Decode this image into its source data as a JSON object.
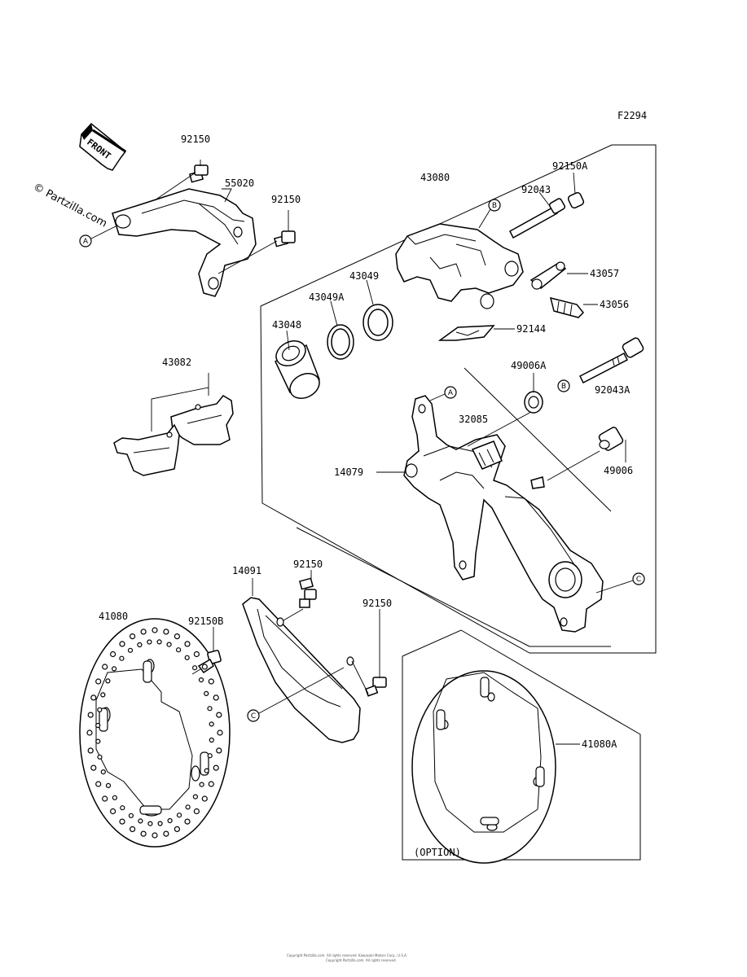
{
  "figure_code": "F2294",
  "watermark": "© Partzilla.com",
  "front_arrow_label": "FRONT",
  "option_label": "(OPTION)",
  "footer_line1": "Copyright Partzilla.com. All rights reserved. Kawasaki Motors Corp., U.S.A.",
  "footer_line2": "Copyright Partzilla.com. All rights reserved.",
  "part_numbers": {
    "p92150_bracket_top": "92150",
    "p55020": "55020",
    "p92150_bracket_right": "92150",
    "p43080": "43080",
    "p92150A": "92150A",
    "p92043": "92043",
    "p43057": "43057",
    "p43056": "43056",
    "p43049": "43049",
    "p43049A": "43049A",
    "p43048": "43048",
    "p92144": "92144",
    "p43082": "43082",
    "p49006A": "49006A",
    "p92043A": "92043A",
    "p32085": "32085",
    "p14079": "14079",
    "p49006": "49006",
    "p14091": "14091",
    "p92150_guard_top": "92150",
    "p92150_guard_right": "92150",
    "p41080": "41080",
    "p92150B": "92150B",
    "p41080A": "41080A"
  },
  "reference_marks": {
    "a_bracket": "A",
    "b_caliper": "B",
    "b_pin": "B",
    "a_holder": "A",
    "c_holder": "C",
    "c_guard": "C"
  }
}
